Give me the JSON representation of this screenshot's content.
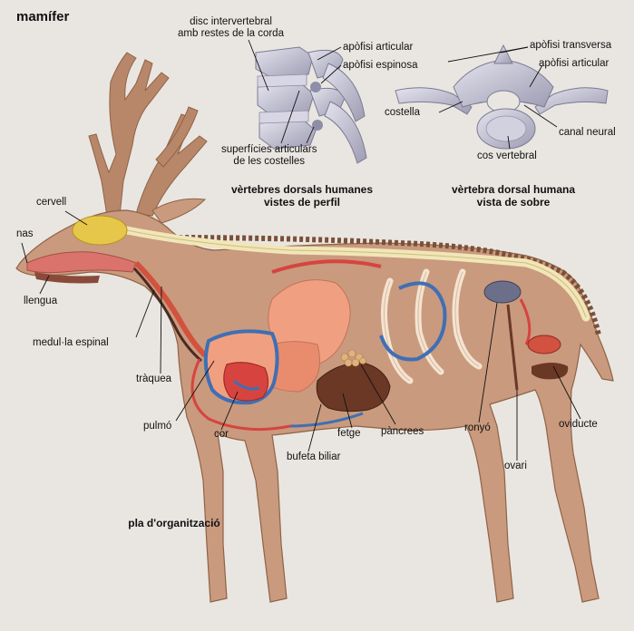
{
  "title": "mamífer",
  "captions": {
    "profile": "vèrtebres dorsals humanes\nvistes de perfil",
    "top": "vèrtebra dorsal humana\nvista de sobre",
    "plan": "pla d'organització"
  },
  "labels": {
    "disc": "disc intervertebral\namb restes de la corda",
    "apofisi_articular_left": "apòfisi articular",
    "apofisi_espinosa": "apòfisi espinosa",
    "superficies": "superfícies articulars\nde les costelles",
    "apofisi_transversa": "apòfisi transversa",
    "apofisi_articular_right": "apòfisi articular",
    "costella": "costella",
    "canal_neural": "canal neural",
    "cos_vertebral": "cos vertebral",
    "cervell": "cervell",
    "nas": "nas",
    "llengua": "llengua",
    "medulla": "medul·la espinal",
    "traquea": "tràquea",
    "pulmo": "pulmó",
    "cor": "cor",
    "fetge": "fetge",
    "pancrees": "pàncrees",
    "bufeta": "bufeta biliar",
    "ronyo": "ronyó",
    "ovari": "ovari",
    "oviducte": "oviducte"
  },
  "colors": {
    "body": "#c99a7e",
    "antler": "#b8876a",
    "spine": "#f1e6b8",
    "brain": "#e7c74a",
    "lung": "#3f6fb4",
    "heart": "#d7443f",
    "liver": "#6b3826",
    "gut": "#f0a080",
    "kidney": "#6b6f8a",
    "bone": "#c9c8d6"
  }
}
